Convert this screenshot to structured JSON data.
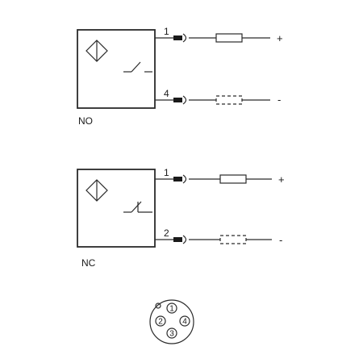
{
  "diagram_no": {
    "label": "NO",
    "pin_top": "1",
    "pin_bottom": "4",
    "polarity_top": "+",
    "polarity_bottom": "-"
  },
  "diagram_nc": {
    "label": "NC",
    "pin_top": "1",
    "pin_bottom": "2",
    "polarity_top": "+",
    "polarity_bottom": "-"
  },
  "connector": {
    "pins": [
      "1",
      "2",
      "3",
      "4"
    ]
  },
  "colors": {
    "stroke": "#2a2a2a",
    "background": "#ffffff"
  }
}
